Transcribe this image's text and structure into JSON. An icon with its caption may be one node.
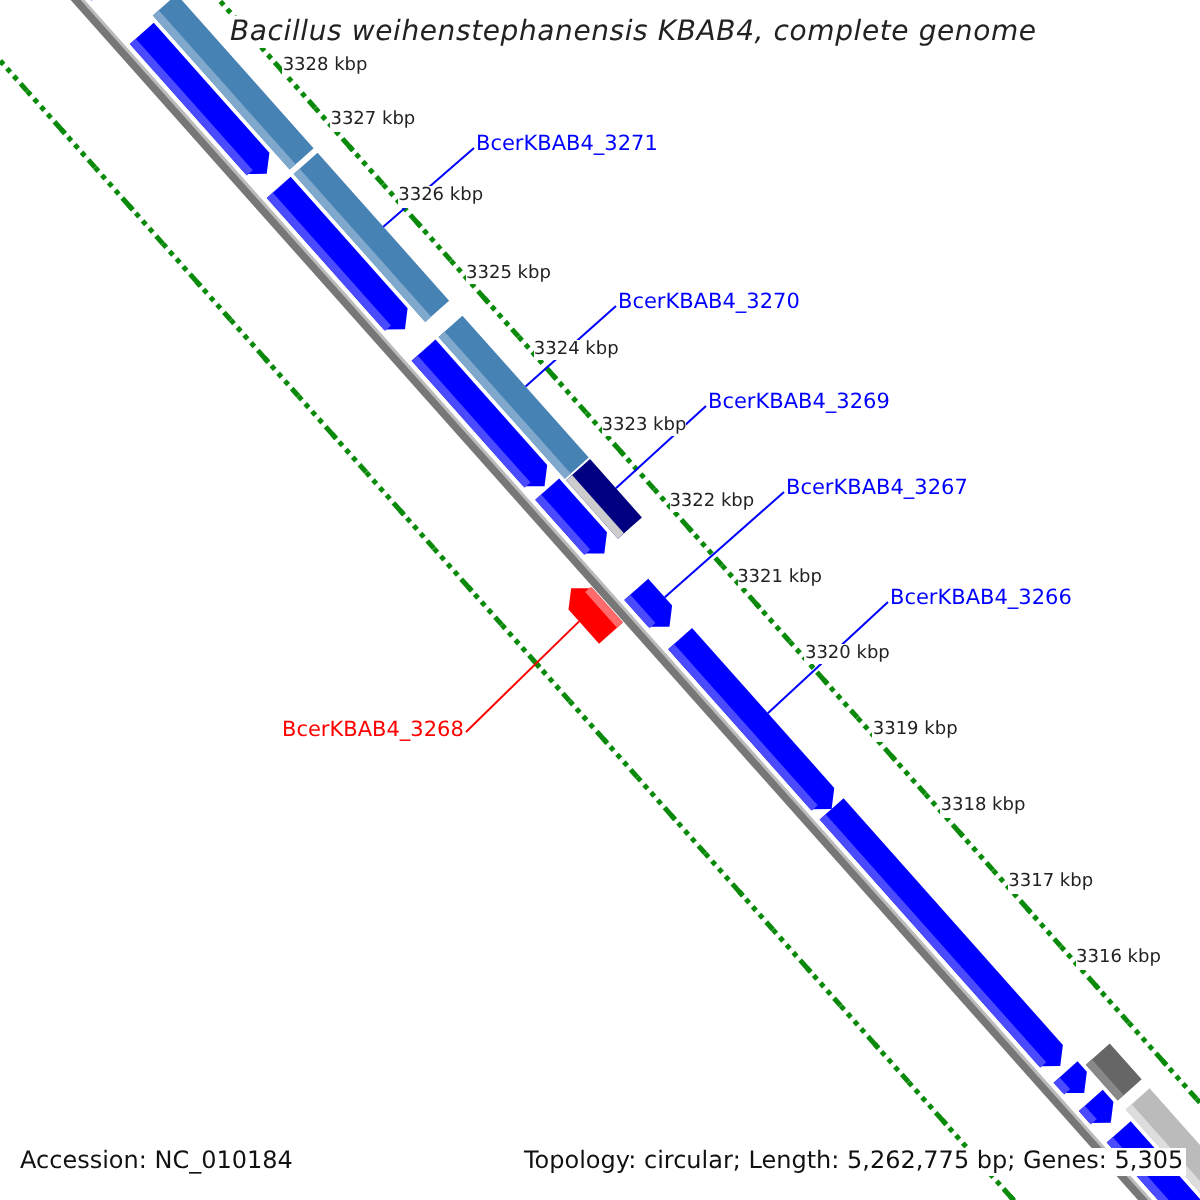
{
  "diagram": {
    "title": "Bacillus weihenstephanensis KBAB4, complete genome",
    "nodes": [
      {
        "text": [
          "BcerKBAB4_3271"
        ]
      },
      {
        "text": [
          "BcerKBAB4_3270"
        ]
      },
      {
        "text": [
          "BcerKBAB4_3269"
        ]
      },
      {
        "text": [
          "BcerKBAB4_3267"
        ]
      },
      {
        "text": [
          "BcerKBAB4_3266"
        ]
      },
      {
        "text": [
          "BcerKBAB4_3268"
        ]
      },
      {
        "text": [],
        "shape": "bar"
      },
      {
        "text": [],
        "shape": "bar"
      },
      {
        "text": [],
        "shape": "bar"
      },
      {
        "text": [],
        "shape": "bar"
      },
      {
        "text": [],
        "shape": "bar"
      },
      {
        "text": [],
        "shape": "bar"
      },
      {
        "text": [],
        "shape": "bar"
      },
      {
        "text": [],
        "shape": "bar"
      },
      {
        "text": [],
        "shape": "bar"
      },
      {
        "text": [],
        "shape": "bar"
      },
      {
        "text": [],
        "shape": "bar"
      },
      {
        "text": [],
        "shape": "bar"
      },
      {
        "text": [],
        "shape": "bar"
      },
      {
        "text": [],
        "shape": "bar"
      },
      {
        "text": [],
        "shape": "bar"
      },
      {
        "text": [],
        "shape": "bar"
      },
      {
        "text": [],
        "shape": "bar"
      },
      {
        "text": [],
        "shape": "bar"
      }
    ],
    "edges": [
      {
        "from": 0,
        "to": 10,
        "arrow": "none"
      },
      {
        "from": 1,
        "to": 12,
        "arrow": "none"
      },
      {
        "from": 2,
        "to": 14,
        "arrow": "none"
      },
      {
        "from": 3,
        "to": 16,
        "arrow": "none"
      },
      {
        "from": 4,
        "to": 17,
        "arrow": "none"
      },
      {
        "from": 5,
        "to": 15,
        "arrow": "none",
        "color": "#ff0000"
      }
    ],
    "labels": [
      "3328 kbp",
      "3327 kbp",
      "3326 kbp",
      "3325 kbp",
      "3324 kbp",
      "3323 kbp",
      "3322 kbp",
      "3321 kbp",
      "3320 kbp",
      "3319 kbp",
      "3318 kbp",
      "3317 kbp",
      "3316 kbp",
      "Accession: NC_010184",
      "Topology: circular; Length: 5,262,775 bp; Genes: 5,305"
    ]
  }
}
